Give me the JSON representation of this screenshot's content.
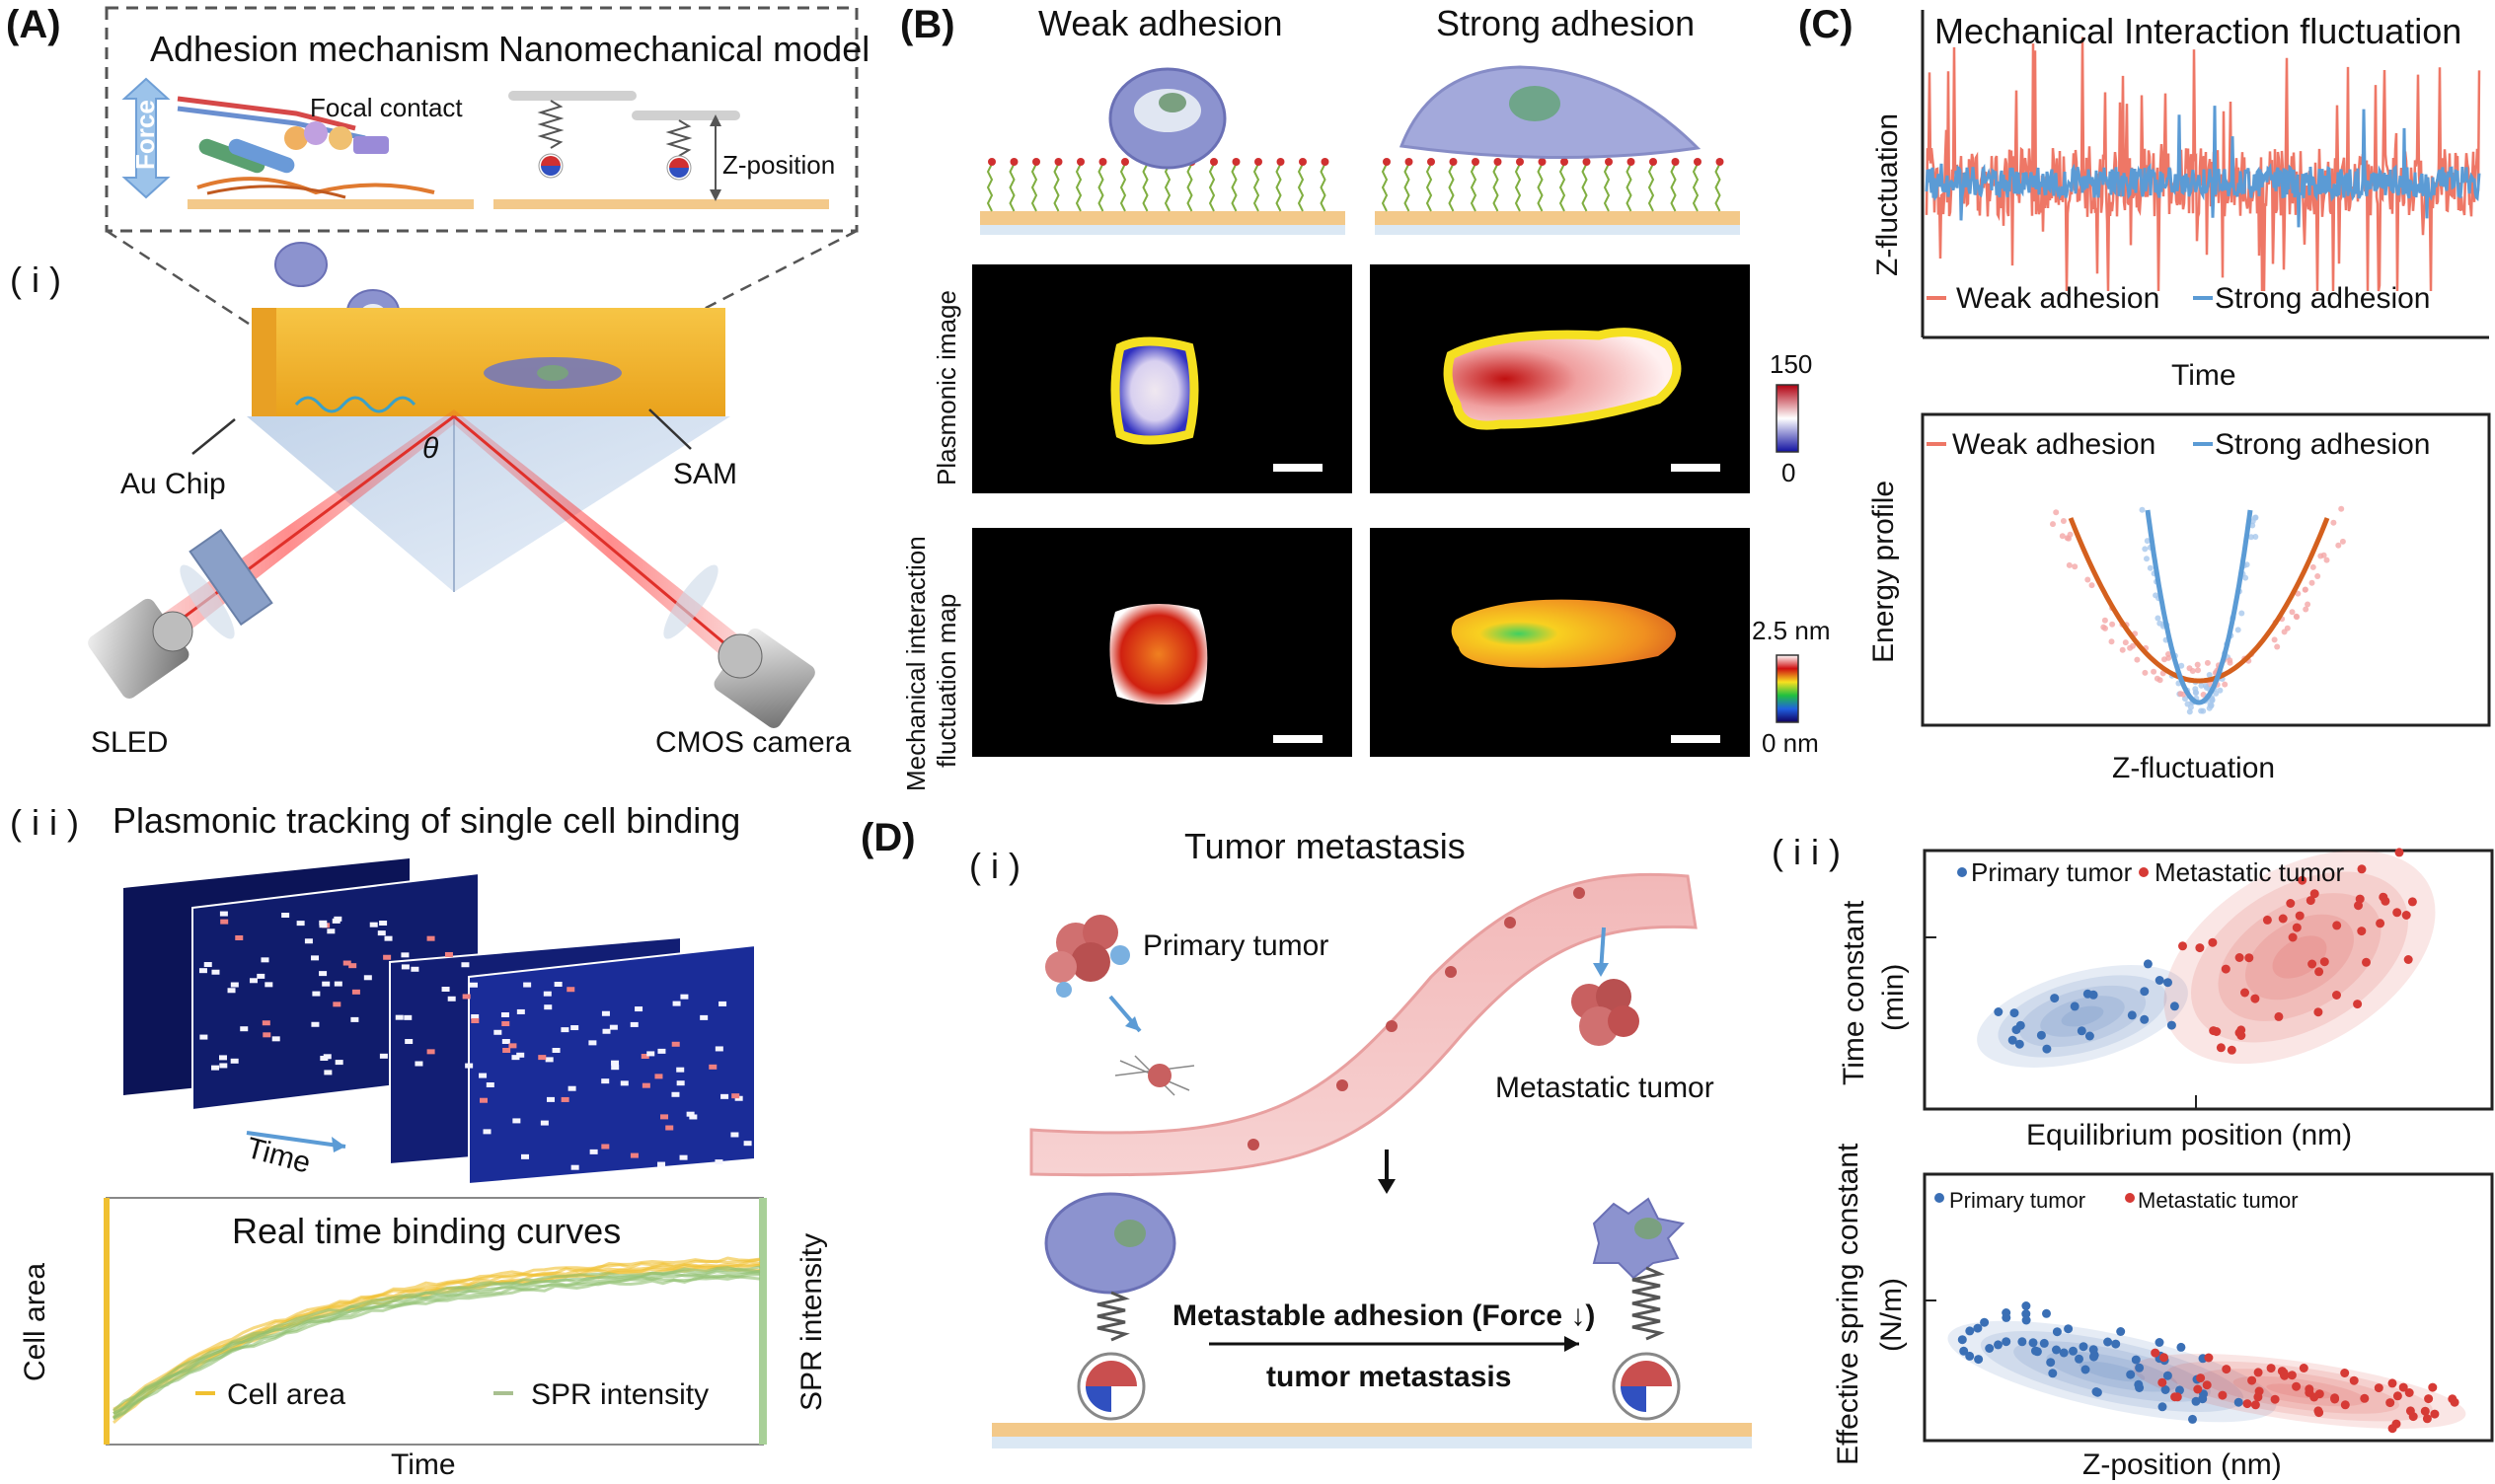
{
  "panel_A": {
    "label": "(A)",
    "sub_i": "( i )",
    "sub_ii": "( i i )",
    "adhesion_mechanism": "Adhesion mechanism",
    "nanomechanical_model": "Nanomechanical  model",
    "force": "Force",
    "focal_contact": "Focal contact",
    "z_position": "Z-position",
    "au_chip": "Au Chip",
    "theta": "θ",
    "sam": "SAM",
    "sled": "SLED",
    "cmos": "CMOS camera",
    "tracking_title": "Plasmonic tracking of single cell binding",
    "time_arrow": "Time",
    "binding_title": "Real time binding curves",
    "cell_area_axis": "Cell area",
    "spr_axis": "SPR intensity",
    "legend_cell_area": "Cell area",
    "legend_spr": "SPR intensity",
    "time_axis": "Time"
  },
  "panel_B": {
    "label": "(B)",
    "weak": "Weak adhesion",
    "strong": "Strong adhesion",
    "row1_label": "Plasmonic image",
    "row2_label_1": "Mechanical interaction",
    "row2_label_2": "fluctuation map",
    "cb1_max": "150",
    "cb1_min": "0",
    "cb2_max": "2.5 nm",
    "cb2_min": "0 nm"
  },
  "panel_C": {
    "label": "(C)",
    "title": "Mechanical Interaction fluctuation",
    "y1": "Z-fluctuation",
    "legend_weak": "Weak adhesion",
    "legend_strong": "Strong adhesion",
    "x1": "Time",
    "y2": "Energy profile",
    "x2": "Z-fluctuation"
  },
  "panel_D": {
    "label": "(D)",
    "sub_i": "( i )",
    "sub_ii": "( i i )",
    "title": "Tumor metastasis",
    "primary": "Primary tumor",
    "metastatic": "Metastatic tumor",
    "arrow_label_1": "Metastable adhesion (Force ↓)",
    "arrow_label_2": "tumor metastasis",
    "plot1_legend_primary": "Primary tumor",
    "plot1_legend_meta": "Metastatic  tumor",
    "plot1_y_1": "Time constant",
    "plot1_y_2": "(min)",
    "plot1_x": "Equilibrium  position (nm)",
    "plot2_legend_primary": "Primary tumor",
    "plot2_legend_meta": "Metastatic  tumor",
    "plot2_y_1": "Effective spring constant",
    "plot2_y_2": "(N/m)",
    "plot2_x": "Z-position (nm)"
  },
  "colors": {
    "weak": "#ee7766",
    "strong": "#5b9bd5",
    "primary": "#3a6fb5",
    "metastatic": "#d63a35",
    "gold": "#f2b233",
    "laser": "#e0302a",
    "yellow_curve": "#f0c030",
    "green_curve": "#8fbf70"
  }
}
